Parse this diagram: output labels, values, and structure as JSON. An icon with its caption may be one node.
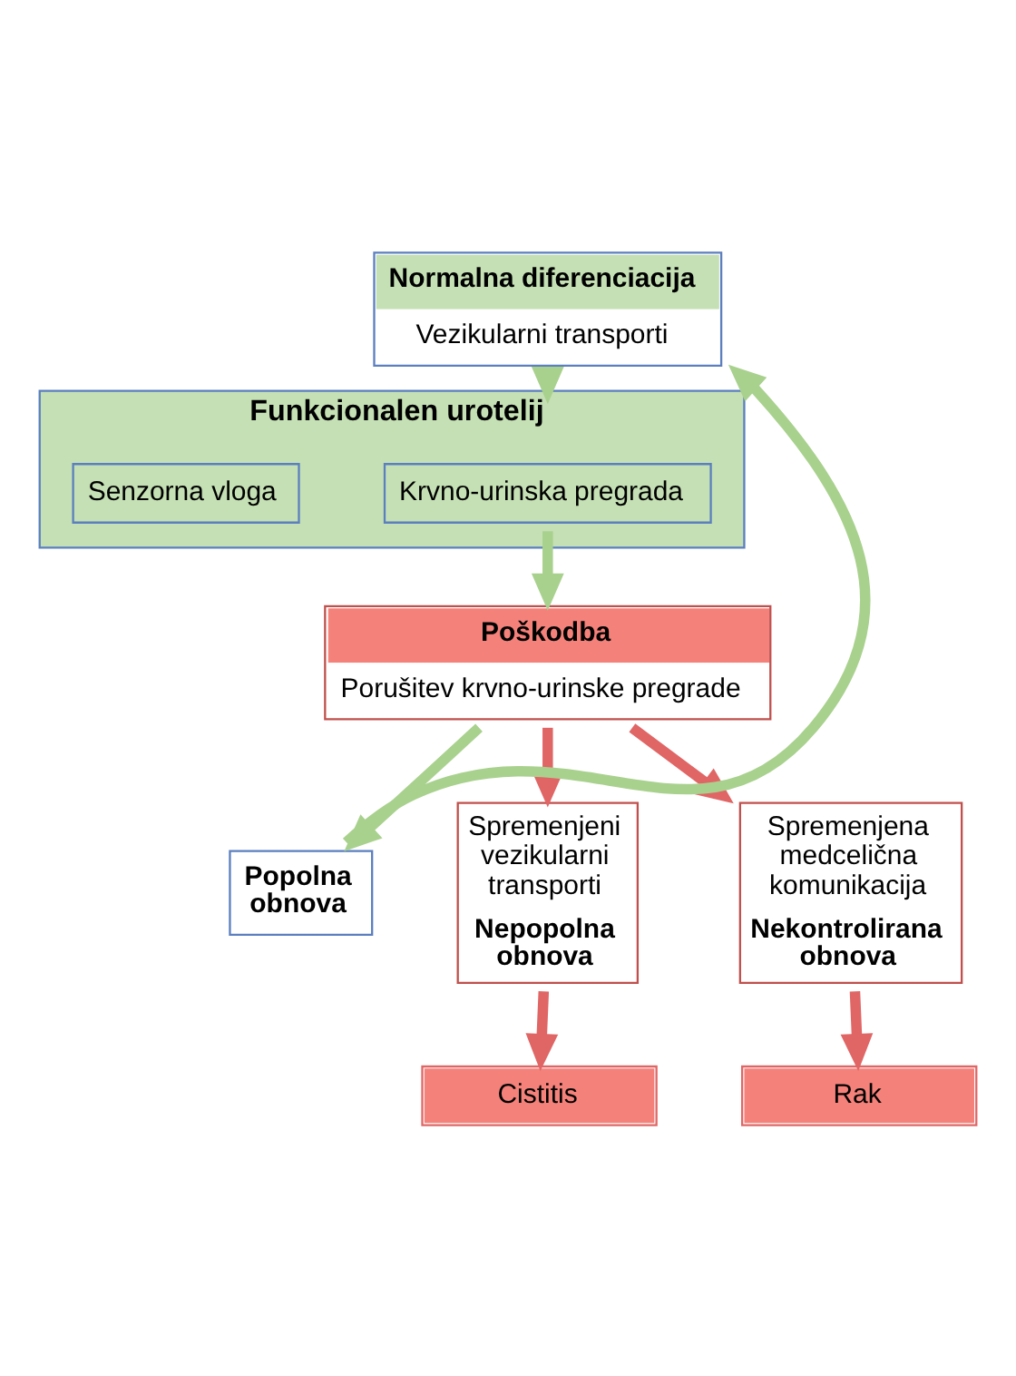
{
  "diagram": {
    "nodes": [
      {
        "text": [
          "Normalna diferenciacija",
          "Vezikularni transporti"
        ]
      },
      {
        "text": [
          "Funkcionalen urotelij"
        ]
      },
      {
        "text": [
          "Krvno-urinska pregrada"
        ],
        "in": 1
      },
      {
        "text": [
          "Senzorna vloga"
        ],
        "in": 1
      },
      {
        "text": [
          "Poškodba",
          "Porušitev krvno-urinske pregrade"
        ]
      },
      {
        "text": [
          "Popolna obnova"
        ]
      },
      {
        "text": [
          "Spremenjeni vezikularni transporti",
          "Nepopolna obnova"
        ]
      },
      {
        "text": [
          "Spremenjena medcelična komunikacija",
          "Nekontrolirana obnova"
        ]
      },
      {
        "text": [
          "Cistitis"
        ]
      },
      {
        "text": [
          "Rak"
        ]
      }
    ],
    "edges": [
      {
        "from": 0,
        "to": 1,
        "arrow": "to",
        "color": "#a9d18e"
      },
      {
        "from": 2,
        "to": 4,
        "arrow": "to",
        "color": "#a9d18e"
      },
      {
        "from": 4,
        "to": 5,
        "arrow": "to",
        "color": "#a9d18e"
      },
      {
        "from": 4,
        "to": 6,
        "arrow": "to",
        "color": "#e06666"
      },
      {
        "from": 4,
        "to": 7,
        "arrow": "to",
        "color": "#e06666"
      },
      {
        "from": 5,
        "to": 0,
        "arrow": "to",
        "color": "#a9d18e"
      },
      {
        "from": 6,
        "to": 8,
        "arrow": "to",
        "color": "#e06666"
      },
      {
        "from": 7,
        "to": 9,
        "arrow": "to",
        "color": "#e06666"
      }
    ]
  }
}
